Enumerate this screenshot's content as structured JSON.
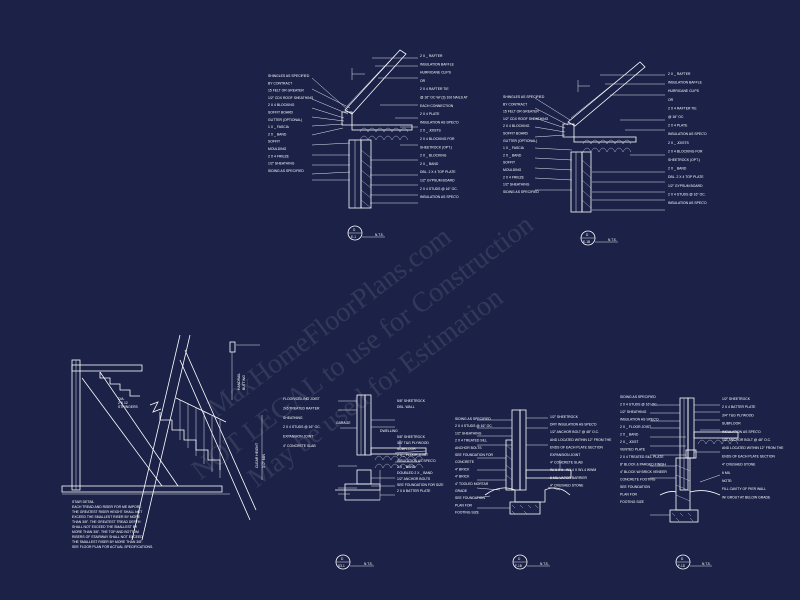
{
  "watermark": {
    "line1": "MaxHomeFloorPlans.com",
    "line2": "NOT LEGAL to use for Construction",
    "line3": "May be used for Estimation"
  },
  "details": {
    "eave_a": {
      "labels_left": [
        "SHINGLES AS SPECIFIED",
        "BY CONTRACT",
        "15 FELT OR GREATER",
        "1/2\" CDX ROOF SHEATHING",
        "2 X 4 BLOCKING",
        "SOFFIT BOARD",
        "GUTTER (OPTIONAL)",
        "1 X _ FASCIA",
        "2 X _ BAND",
        "SOFFIT",
        "MOULDING",
        "2 X 4 FRIEZE",
        "1/2\" SHEATHING",
        "SIDING AS SPECIFIED"
      ],
      "labels_right": [
        "2 X _ RAFTER",
        "INSULATION BAFFLE",
        "HURRICANE CLIPS",
        "OR",
        "2 X 4 RAFTER TIE",
        "@ 16\" OC W/ (3) 10d NAILS AT",
        "EACH CONNECTION",
        "2 X 4 PLATE",
        "INSULATION AS SPEC'D",
        "2 X _ JOISTS",
        "2 X 4 BLOCKING FOR",
        "SHEETROCK (OPT.)",
        "2 X _ BLOCKING",
        "2 X _ BAND",
        "DBL. 2 X 4 TOP PLATE",
        "1/2\" GYPSUM BOARD",
        "2 X 4 STUDS @ 16\" OC.",
        "INSULATION AS SPEC'D"
      ],
      "tag_top": "D",
      "tag_bottom": "E-1",
      "note": "N.T.S."
    },
    "eave_b": {
      "labels_left": [
        "SHINGLES AS SPECIFIED",
        "BY CONTRACT",
        "15 FELT OR GREATER",
        "1/2\" CDX ROOF SHEATHING",
        "2 X 4 BLOCKING",
        "SOFFIT BOARD",
        "GUTTER (OPTIONAL)",
        "1 X _ FASCIA",
        "2 X _ BAND",
        "SOFFIT",
        "MOULDING",
        "2 X 4 FRIEZE",
        "1/2\" SHEATHING",
        "SIDING AS SPECIFIED"
      ],
      "labels_right": [
        "2 X _ RAFTER",
        "INSULATION BAFFLE",
        "HURRICANE CLIPS",
        "OR",
        "2 X 4 RAFTER TIE",
        "@ 16\" OC",
        "2 X 4 PLATE",
        "INSULATION AS SPEC'D",
        "2 X _ JOISTS",
        "2 X 4 BLOCKING FOR",
        "SHEETROCK (OPT.)",
        "2 X _ BAND",
        "DBL. 2 X 4 TOP PLATE",
        "1/2\" GYPSUM BOARD",
        "2 X 4 STUDS @ 16\" OC.",
        "INSULATION AS SPEC'D"
      ],
      "tag_top": "D",
      "tag_bottom": "E-1B",
      "note": "N.T.S."
    },
    "stair": {
      "notes": [
        "STAIR DETAIL",
        "EACH TREAD AND RISER FOR ME IMPORT,",
        "THE GREATEST RISER HEIGHT SHALL NOT",
        "EXCEED THE SMALLEST RISER BY MORE",
        "THAN 3/8\". THE GREATEST TREAD DEPTH",
        "SHALL NOT EXCEED THE SMALLEST BY",
        "MORE THAN 3/8\". THE TOP AND BOTTOM",
        "RISERS OF STAIRWAY SHALL NOT EXCEED",
        "THE SMALLEST RISER BY MORE THAN 3/8\".",
        "SEE FLOOR PLAN FOR ACTUAL SPECIFICATIONS."
      ],
      "labels": [
        "HANDRAIL",
        "BUTTING",
        "DIA.",
        "2 X 12",
        "STRINGERS",
        "",
        "CLEAR HEIGHT",
        "3'-0\" MIN"
      ]
    },
    "floor": {
      "labels_left": [
        "FLOOR/CEILING JOIST",
        "2x6 TREATED RAFTER",
        "SHEATHING",
        "2 X 4 STUDS @ 16\" OC.",
        "EXPANSION JOINT",
        "4\" CONCRETE SLAB"
      ],
      "labels_right": [
        "5/8\" SHEETROCK",
        "DBL. WALL",
        "",
        "",
        "",
        "",
        "5/8\" SHEETROCK",
        "3/4\" T&G PLYWOOD",
        "SUBFLOOR",
        "2 X _ FLOOR JOIST",
        "INSULATION AS SPEC'D",
        "2 X _ BAND",
        "DOUBLED 2 X _ BAND",
        "1/2\" ANCHOR BOLTS",
        "SEE FOUNDATION FOR SIZE",
        "2 X 6 BATTER PLATE"
      ],
      "labels_mid": [
        "GARAGE",
        "DWELLING"
      ],
      "tag_top": "D",
      "tag_bottom": "S3-1",
      "note": "N.T.S."
    },
    "slab": {
      "labels_left": [
        "SIDING AS SPECIFIED",
        "2 X 4 STUDS @ 16\" OC.",
        "1/2\" SHEATHING",
        "2 X 4 TREATED SILL",
        "ANCHOR BOLTS",
        "SEE FOUNDATION FOR",
        "CONCRETE",
        "4\" BRICK",
        "4\" BRICK",
        "4\" TOOLED MORTAR",
        "GRADE",
        "SEE FOUNDATION",
        "PLAN FOR",
        "FOOTING SIZE"
      ],
      "labels_right": [
        "1/2\" SHEETROCK",
        "DRY INSULATION AS SPEC'D",
        "1/2\" ANCHOR BOLT @ 48\" O.C.",
        "AND LOCATED WITHIN 12\" FROM THE",
        "ENDS OF EACH PLATE SECTION",
        "EXPANSION JOINT",
        "4\" CONCRETE SLAB",
        "W/ 6 X 6 - W1.4 X W1.4 WWM",
        "6 MIL VAPOR BARRIER",
        "4\" CRUSHED STONE"
      ],
      "tag_top": "D",
      "tag_bottom": "F-1B",
      "note": "N.T.S."
    },
    "crawl": {
      "labels_left": [
        "SIDING AS SPECIFIED",
        "2 X 4 STUDS @ 16\" OC.",
        "1/2\" SHEATHING",
        "INSULATION AS SPEC'D",
        "2 X _ FLOOR JOIST",
        "2 X _ BAND",
        "2 X _ JOIST",
        "VENTED PLATE",
        "2 X 4 TREATED SILL PLATE",
        "8\" BLOCK & PARGED FINISH",
        "4\" BLOCK W/ BRICK VENEER",
        "CONCRETE FOOTING",
        "SEE FOUNDATION",
        "PLAN FOR",
        "FOOTING SIZE"
      ],
      "labels_right": [
        "1/2\" SHEETROCK",
        "2 X 4 BATTER PLATE",
        "3/4\" T&G PLYWOOD",
        "SUBFLOOR",
        "INSULATION AS SPEC'D",
        "1/2\" ANCHOR BOLT @ 48\" O.C.",
        "AND LOCATED WITHIN 12\" FROM THE",
        "ENDS OF EACH PLATE SECTION",
        "4\" CRUSHED STONE",
        "6 MIL",
        "NOTE:",
        "FILL CAVITY OF PIER WALL",
        "W/ GROUT AT BELOW GRADE"
      ],
      "tag_top": "D",
      "tag_bottom": "F-1D",
      "note": "N.T.S."
    }
  }
}
